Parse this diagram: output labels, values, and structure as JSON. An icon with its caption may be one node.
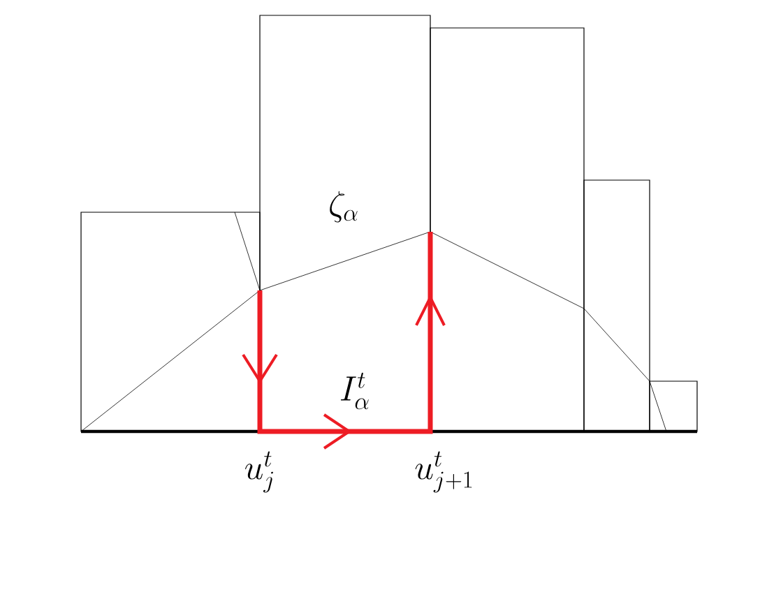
{
  "diagram": {
    "labels": [
      "\\zeta_\\alpha",
      "I^t_\\alpha",
      "u^t_j",
      "u^t_{j+1}"
    ]
  }
}
